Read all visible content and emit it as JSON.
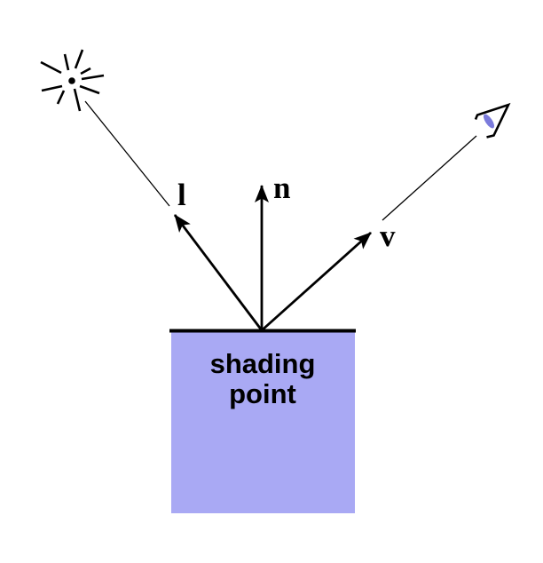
{
  "diagram": {
    "surface_label": "shading point",
    "vector_labels": {
      "light": "l",
      "normal": "n",
      "view": "v"
    },
    "icons": {
      "light_source": "point-light-burst-icon",
      "viewer": "eye-icon"
    },
    "colors": {
      "background": "#ffffff",
      "line": "#000000",
      "surface_fill": "#a9a9f4",
      "eye_pupil": "#7b7bdc"
    }
  }
}
